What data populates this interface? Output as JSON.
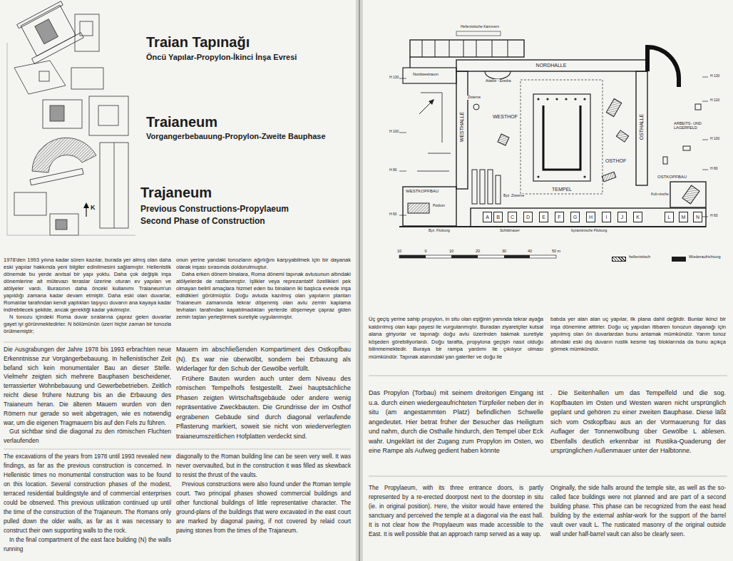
{
  "diagram": {
    "title": "Traian Tapınağı",
    "nodes": [
      {
        "text": [
          "A"
        ]
      },
      {
        "text": [
          "B"
        ]
      },
      {
        "text": [
          "C"
        ]
      },
      {
        "text": [
          "D"
        ]
      },
      {
        "text": [
          "E"
        ]
      },
      {
        "text": [
          "F"
        ]
      },
      {
        "text": [
          "G"
        ]
      },
      {
        "text": [
          "H"
        ]
      },
      {
        "text": [
          "I"
        ]
      },
      {
        "text": [
          "J"
        ]
      },
      {
        "text": [
          "K"
        ]
      },
      {
        "text": [
          "L"
        ]
      },
      {
        "text": [
          "M"
        ]
      },
      {
        "text": [
          "N"
        ]
      }
    ],
    "labels": [
      "Öncü Yapılar-Propylon-İkinci İnşa Evresi",
      "Traianeum",
      "Vorgangerbebauung-Propylon-Zweite Bauphase",
      "Trajaneum",
      "Previous Constructions-Propylaeum",
      "Second Phase of Construction",
      "K",
      "1978'den 1993 yılına kadar süren kazılar, burada yer almış olan daha eski yapılar hakkında yeni bilgiler edinilmesini sağlamıştır. Hellenistik dönemde bu yerde anıtsal bir yapı yoktu. Daha çok değişik inşa dönemlerine ait mütevazı teraslar üzerine oturan ev yapıları ve atölyeler vardı. Burasının daha önceki kullanımı Traianeum'un yapıldığı zamana kadar devam etmiştir. Daha eski olan duvarlar, Romalılar tarafından kendi yaptıkları taşıyıcı duvarın ana kayaya kadar indirebilecek şekilde, ancak gerektiği kadar yıkılmıştır.",
      "N tonozu içindeki Roma duvar sıralarına çapraz gelen duvarlar gayet iyi görünmektedirler. N bölümünün üzeri hiçbir zaman bir tonozla örülmemiştir;",
      "onun yerine yandaki tonozların ağırlığını karşıyabilmek için bir dayanak olarak inşası sırasında doldurulmuştur.",
      "Daha erken dönem binalara, Roma dönemi tapınak avlusunun altındaki atölyelerde de rastlanmıştır. İşlikler veya reprezantatif özellikleri pek olmayan belirli amaçlara hizmet eden bu binaların iki başlıca evrede inşa edildikleri görülmüştür. Doğu avluda kazılmış olan yapıların planları Traianeum zamanında tekrar döşenmiş olan avlu zemin kaplama levhaları tarafından kapatılmadıkları yerlerde döşemeye çapraz giden zemin taşları yerleştirmek suretiyle uygulanmıştır.",
      "Die Ausgrabungen der Jahre 1978 bis 1993 erbrachten neue Erkenntnisse zur Vorgängerbebauung. In hellenistischer Zeit befand sich kein monumentaler Bau an dieser Stelle. Vielmehr zeigten sich mehrere Bauphasen bescheidener, terrassierter Wohnbebauung und Gewerbebetrieben. Zeitlich reicht diese frühere Nutzung bis an die Erbauung des Traianeum heran. Die älteren Mauern wurden von den Römern nur gerade so weit abgetragen, wie es notwendig war, um die eigenen Tragmauern bis auf den Fels zu führen.",
      "Gut sichtbar sind die diagonal zu den römischen Fluchten verlaufenden",
      "Mauern im abschließenden Kompartiment des Ostkopfbau (N). Es war nie überwölbt, sondern bei Erbauung als Widerlager für den Schub der Gewölbe verfüllt.",
      "Frühere Bauten wurden auch unter dem Niveau des römischen Tempelhofs festgestellt. Zwei hauptsächliche Phasen zeigten Wirtschaftsgebäude oder andere wenig repräsentative Zweckbauten. Die Grundrisse der im Osthof ergrabenen Gebäude sind durch diagonal verlaufende Pflasterung markiert, soweit sie nicht von wiederverlegten traianeumszeitlichen Hofplatten verdeckt sind.",
      "The excavations of the years from 1978 until 1993 revealed new findings, as far as the previous construction is concerned. In Hellenistic times no monumental construction was to be found on this location. Several construction phases of the modest, terraced residential buildingstyle and of commercial enterprises could be observed. This previous utilization continued up until the time of the construction of the Trajaneum. The Romans only pulled down the older walls, as far as it was necessary to construct their own supporting walls to the rock.",
      "In the final compartment of the east face building (N) the walls running",
      "diagonally to the Roman building line can be seen very well. It was never overvaulted, but in the construction it was filled as skewback to resist the thrust of the vaults.",
      "Previous constructions were also found under the Roman temple court. Two principal phases showed commercial buildings and other functional buildings of little representative character. The ground-plans of the buildings that were excavated in the east court are marked by diagonal paving, if not covered by relaid court paving stones from the times of the Trajaneum.",
      "Üç geçiş yerine sahip propylon, in situ olan eşiğinin yanında tekrar ayağa kaldırılmış olan kapı payesi ile vurgulanmıştır. Buradan ziyaretçiler kutsal alana giriyorlar ve tapınağı doğu avlu üzerinden bakmak suretiyle köşeden görebiliyorlardı. Doğu tarafta, propylona geçişin nasıl olduğu bilinmemektedir. Buraya bir rampa yardımı ile çıkılıyor olması mümkündür. Tapınak alanındaki yan galeriler ve doğu ile",
      "batıda yer alan alan uç yapılar, ilk plana dahil değildir. Bunlar ikinci bir inşa dönemine aittirler. Doğu uç yapıdan itibaren tonozun dayanağı için yapılmış olan ön duvarlardan bunu anlamak mümkündür. Yarım tonoz altındaki eski dış duvarın rustik kesme taş bloklarında da bunu açıkça görmek mümkündür.",
      "Das Propylon (Torbau) mit seinem dreitorigen Eingang ist u.a. durch einen wiedergeaufrichteten Türpfeiler neben der in situ (am angestammten Platz) befindlichen Schwelle angedeutet. Hier betrat früher der Besucher das Heiligtum und nahm, durch die Osthalle hindurch, den Tempel über Eck wahr. Ungeklärt ist der Zugang zum Propylon im Osten, wo eine Rampe als Aufweg gedient haben könnte",
      ". Die Seitenhallen um das Tempelfeld und die sog. Kopfbauten im Osten und Westen waren nicht ursprünglich geplant und gehören zu einer zweiten Bauphase. Diese läßt sich vom Ostkopfbau aus an der Vormauerung für das Auflager der Tonnenwölbung über Gewölbe L ablesen. Ebenfalls deutlich erkennbar ist Rustika-Quaderung der ursprünglichen Außenmauer unter der Halbtonne.",
      "The Propylaeum, with its three entrance doors, is partly represented by a re-erected doorpost next to the doorstep in situ (ie. in original position). Here, the visitor would have entered the sanctuary and perceived the temple at a diagonal via the east hall. It is not clear how the Propylaeum was made accessible to the East. It is well possible that an approach ramp served as a way up.",
      "Originally, the side halls around the temple site, as well as the so-called face buildings were not planned and are part of a second building phase. This phase can be recognized from the east head building by the external ashlar-work for the support of the barrel vault over vault L. The rusticated masonry of the original outside wall under half-barrel vault can also be clearly seen.",
      "Hellenistische Kammern",
      "Nordwestraum",
      "NORDHALLE",
      "WESTHALLE",
      "OSTHALLE",
      "WESTHOF",
      "OSTHOF",
      "TEMPEL",
      "WESTKOPFBAU",
      "OSTKOPFBAU",
      "ARBEITS- UND LAGERFELD",
      "Zisterne",
      "Attalos - Exedra",
      "Podium",
      "Byz. Zisterne",
      "Kult-nische",
      "Byz. Flickung",
      "Schildmauer",
      "byzantinische Flickung",
      "H 130",
      "H 100",
      "H 80",
      "H 60",
      "H 130",
      "H 120",
      "H 100",
      "H 80",
      "H 60",
      "10",
      "0",
      "10",
      "20",
      "30",
      "40",
      "50 m"
    ],
    "legend": [
      {
        "text": "hellenistisch"
      },
      {
        "text": "Wiederaufrichtung",
        "color": "#1a1a1a"
      }
    ]
  }
}
